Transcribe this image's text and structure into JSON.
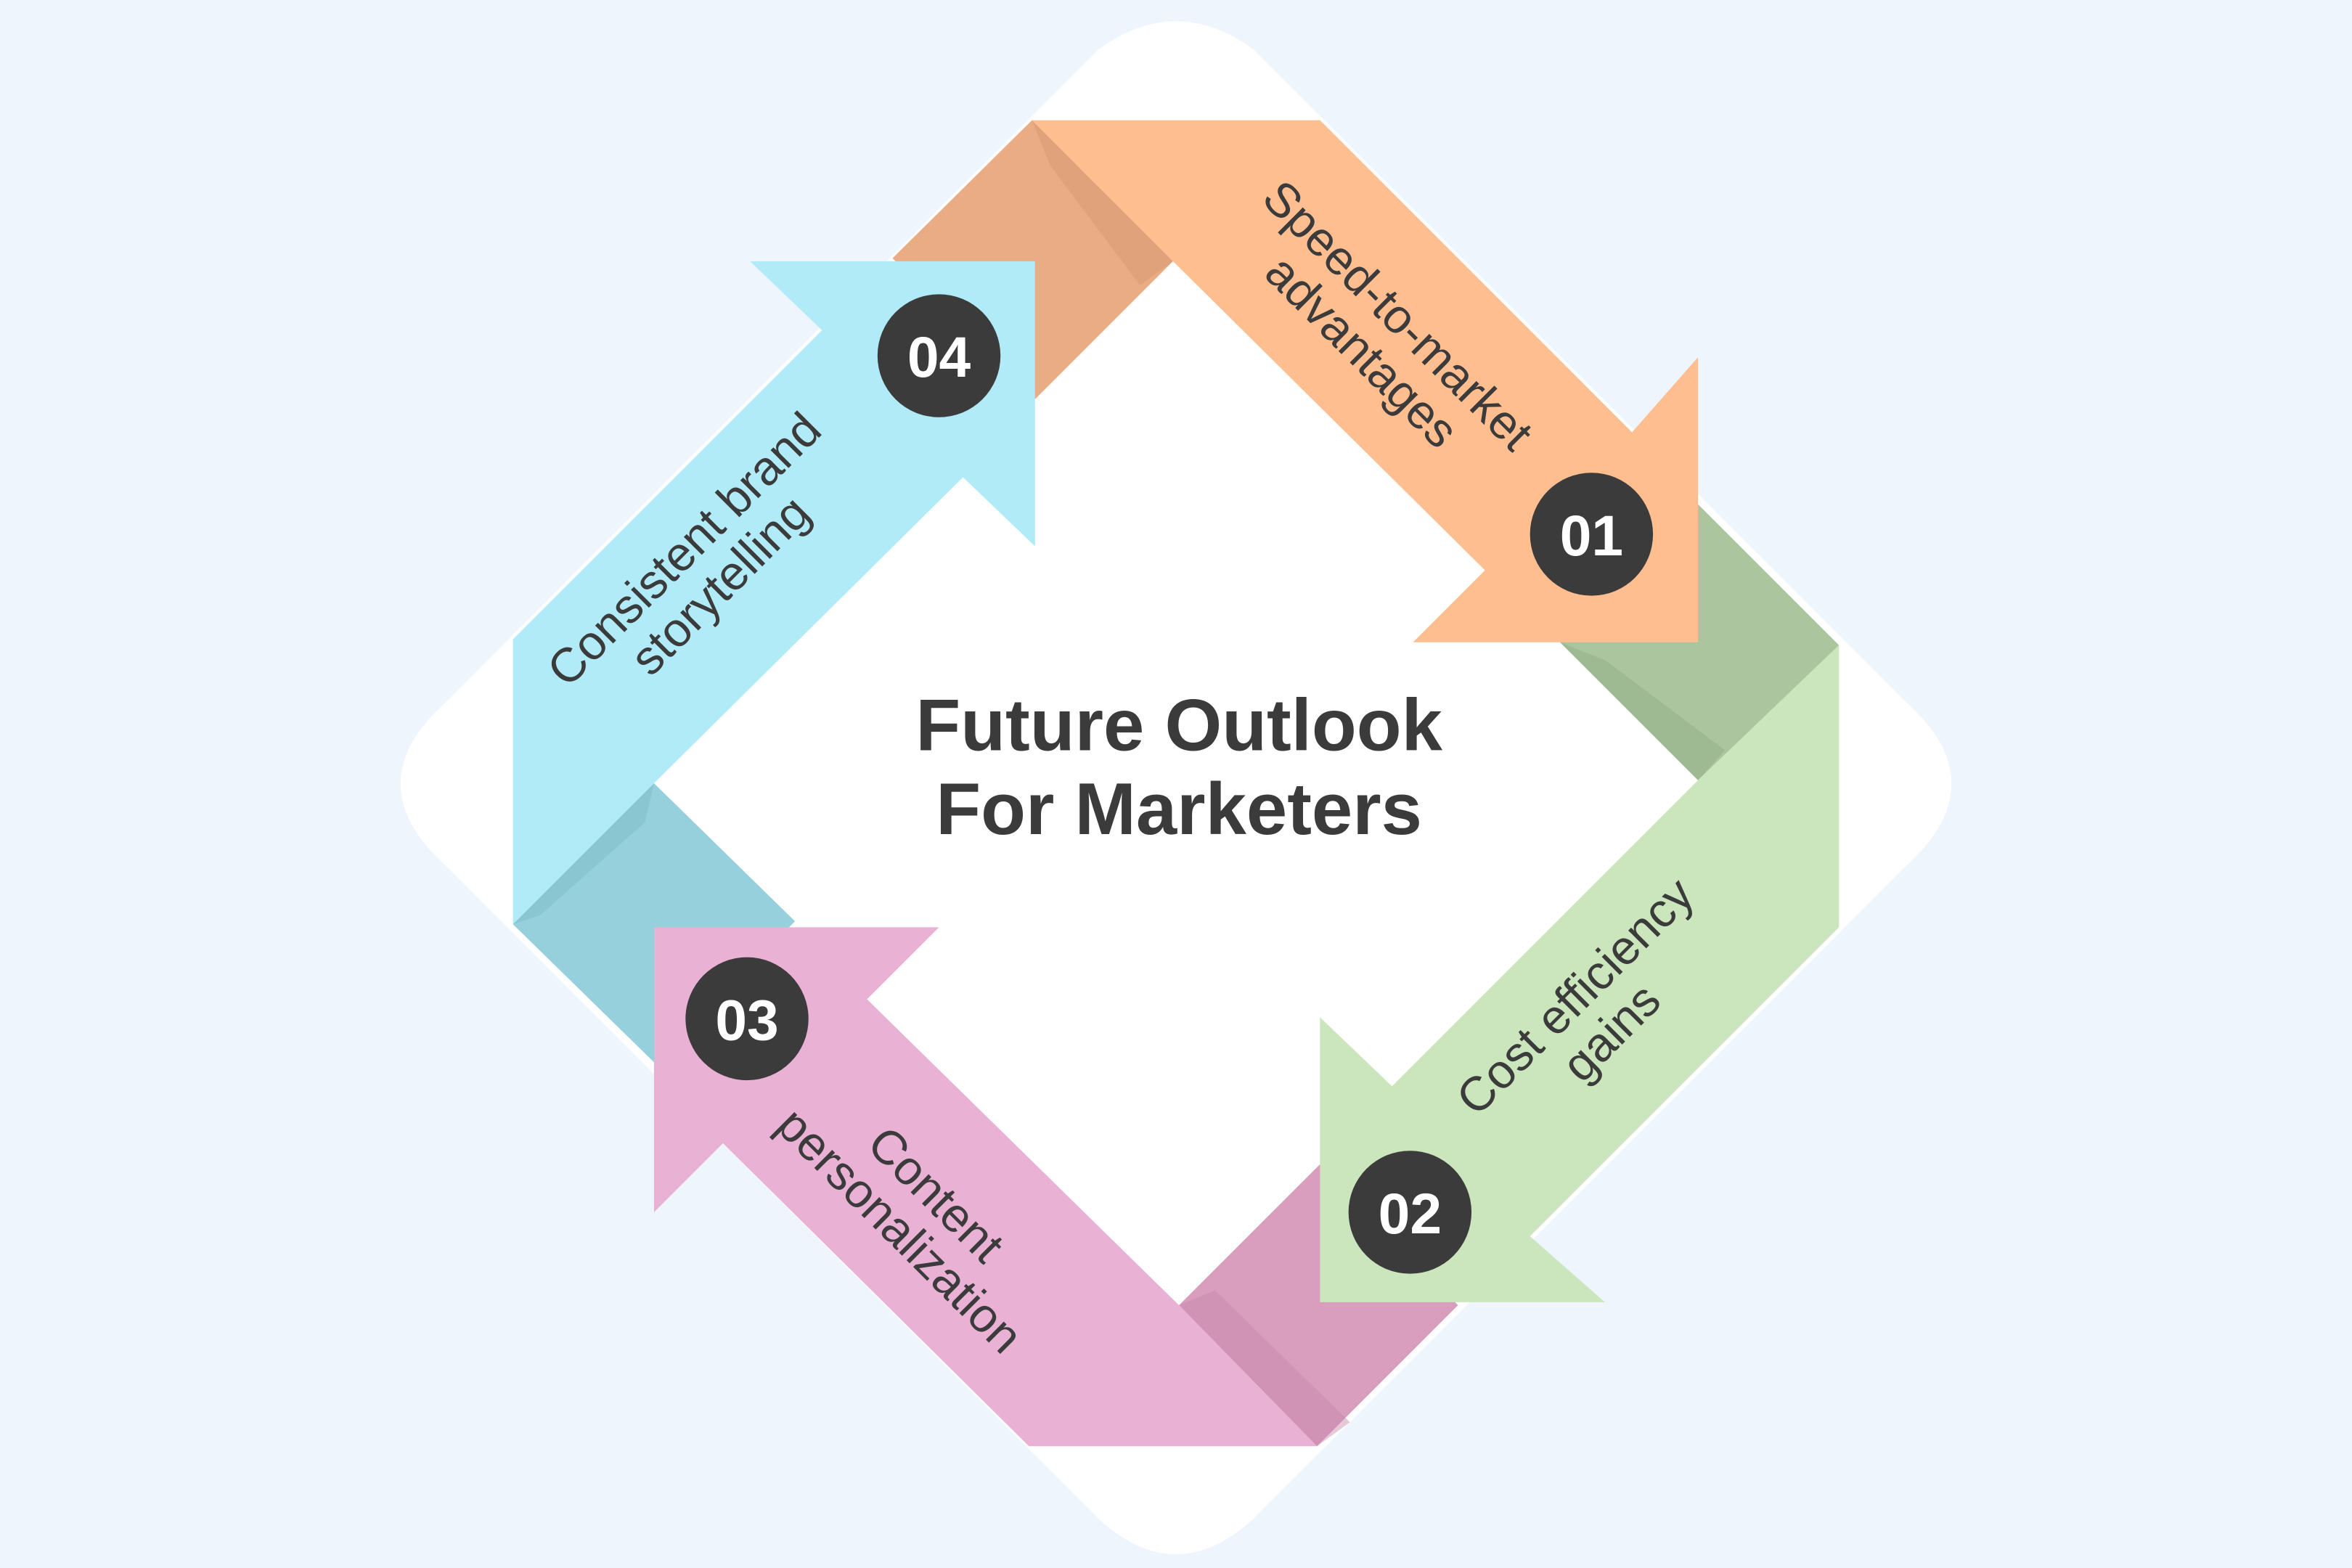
{
  "title": {
    "line1": "Future Outlook",
    "line2": "For Marketers"
  },
  "steps": [
    {
      "number": "01",
      "label_line1": "Speed-to-market",
      "label_line2": "advantages",
      "color": "#ffbe8f",
      "fold_color": "#e9ac84"
    },
    {
      "number": "02",
      "label_line1": "Cost efficiency",
      "label_line2": "gains",
      "color": "#cbe5bd",
      "fold_color": "#abc69f"
    },
    {
      "number": "03",
      "label_line1": "Content",
      "label_line2": "personalization",
      "color": "#e9b1d4",
      "fold_color": "#d99dbe"
    },
    {
      "number": "04",
      "label_line1": "Consistent brand",
      "label_line2": "storytelling",
      "color": "#b0ebf7",
      "fold_color": "#96d0dc"
    }
  ],
  "colors": {
    "background": "#eff5fd",
    "card": "#ffffff",
    "badge": "#3b3b3b",
    "text": "#3b3b3b"
  }
}
